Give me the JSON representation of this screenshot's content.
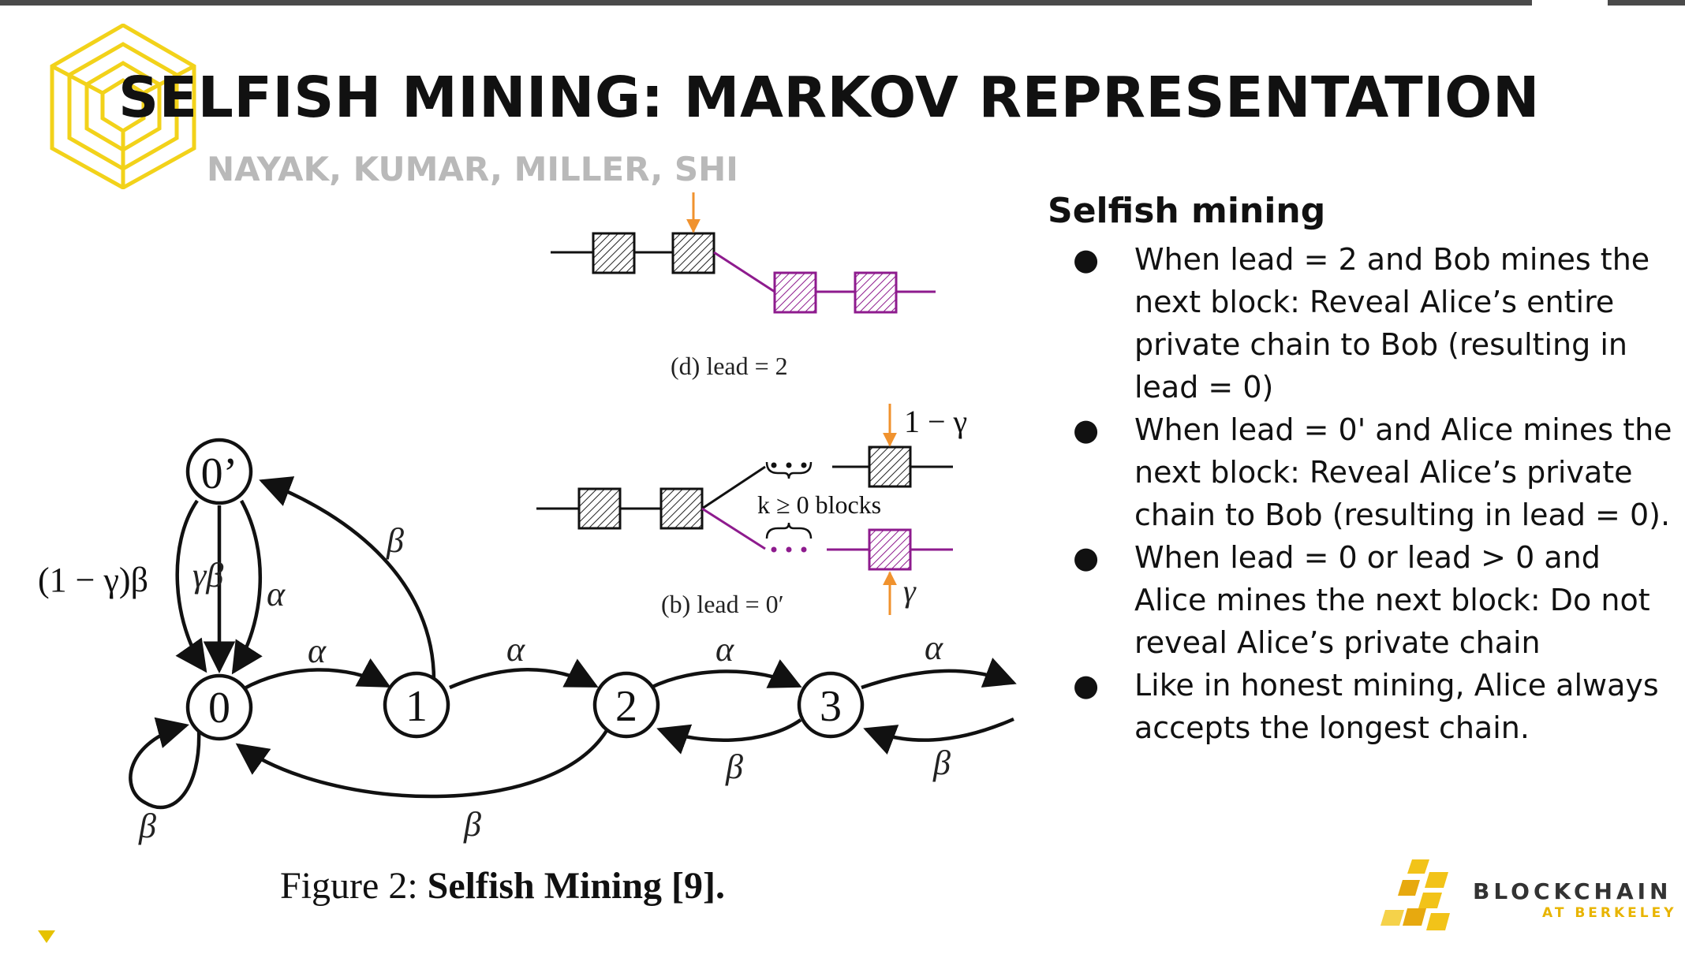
{
  "slide": {
    "title": "SELFISH MINING: MARKOV REPRESENTATION",
    "subtitle": "NAYAK, KUMAR, MILLER, SHI"
  },
  "figure": {
    "caption_prefix": "Figure 2:",
    "caption_bold": "Selfish Mining [9].",
    "sub_d": "(d) lead = 2",
    "sub_b": "(b) lead = 0′",
    "blocks_label": "k ≥ 0 blocks",
    "arrow_top_label": "1 − γ",
    "arrow_bottom_label": "γ",
    "states": [
      "0’",
      "0",
      "1",
      "2",
      "3"
    ],
    "edge_labels": {
      "alpha": "α",
      "beta": "β",
      "one_minus_gamma_beta": "(1 − γ)β",
      "gamma_beta": "γβ"
    },
    "colors": {
      "public_chain": "#111111",
      "private_chain": "#8e1b8e",
      "arrow": "#f0922e"
    }
  },
  "notes": {
    "heading": "Selfish mining",
    "bullets": [
      "When lead = 2 and Bob mines the next block: Reveal Alice’s entire private chain to Bob (resulting in lead = 0)",
      "When lead = 0' and Alice mines the next block: Reveal Alice’s private chain to Bob (resulting in lead = 0).",
      "When lead = 0 or lead > 0 and Alice mines the next block: Do not reveal Alice’s private chain",
      "Like in honest mining, Alice always accepts the longest chain."
    ]
  },
  "brand": {
    "name": "BLOCKCHAIN",
    "sub": "AT BERKELEY",
    "accent": "#f2c319"
  }
}
